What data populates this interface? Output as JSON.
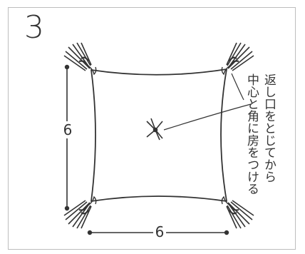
{
  "step": {
    "number": "3"
  },
  "dimensions": {
    "vertical": "6",
    "horizontal": "6"
  },
  "note": {
    "line1": "返し口をとじてから",
    "line2": "中心と角に房をつける"
  }
}
